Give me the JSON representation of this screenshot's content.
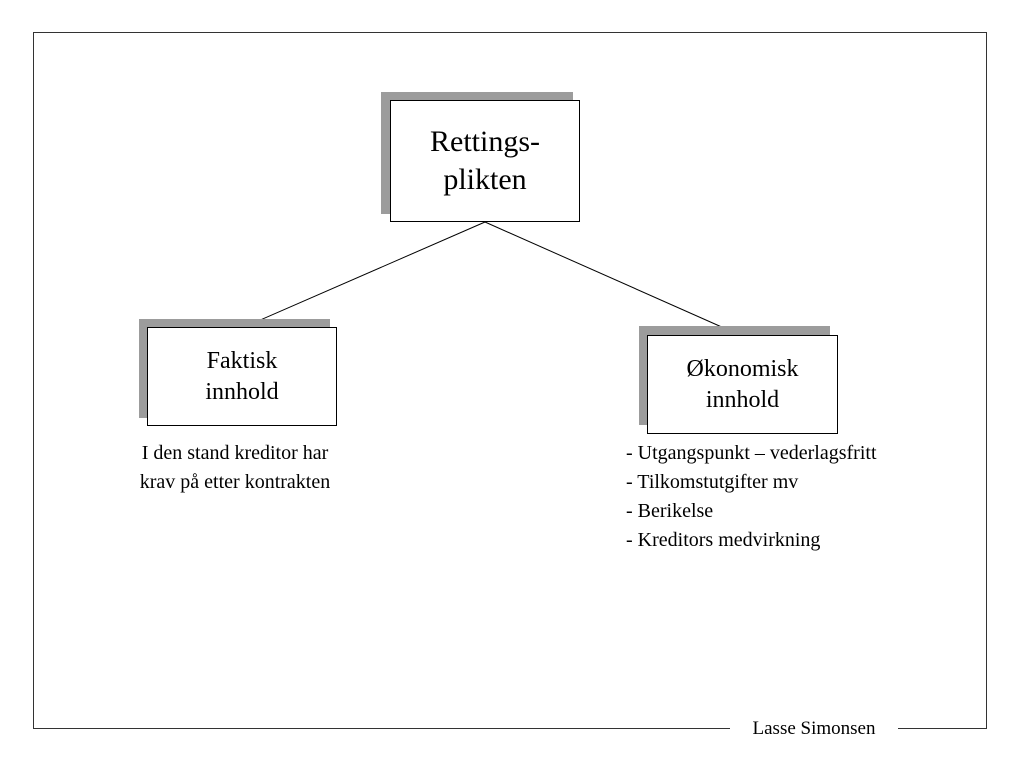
{
  "diagram": {
    "root": {
      "lines": [
        "Rettings-",
        "plikten"
      ]
    },
    "left": {
      "lines": [
        "Faktisk",
        "innhold"
      ],
      "description": [
        "I den stand kreditor har",
        "krav på etter kontrakten"
      ]
    },
    "right": {
      "lines": [
        "Økonomisk",
        "innhold"
      ],
      "items": [
        "- Utgangspunkt – vederlagsfritt",
        "- Tilkomstutgifter mv",
        "- Berikelse",
        "- Kreditors medvirkning"
      ]
    }
  },
  "footer": {
    "author": "Lasse Simonsen"
  },
  "colors": {
    "shadow": "#9c9c9c",
    "line": "#000000",
    "frame": "#333333"
  }
}
